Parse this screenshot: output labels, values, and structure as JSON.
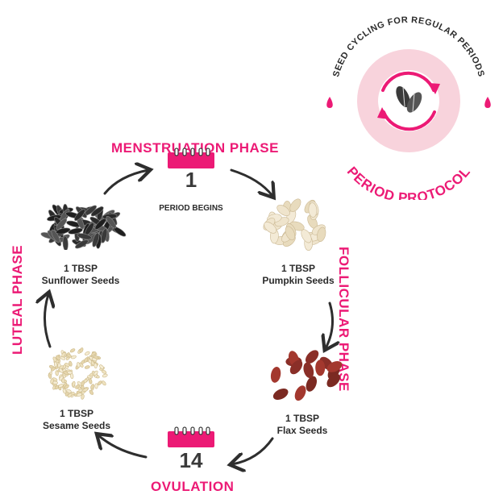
{
  "badge": {
    "arc_text": "SEED CYCLING FOR REGULAR PERIODS",
    "title": "PERIOD PROTOCOL",
    "icon": "seeds-cycle-icon",
    "colors": {
      "pink": "#ec1a75",
      "light_pink": "#f8d3dc",
      "white": "#ffffff"
    }
  },
  "phases": {
    "menstruation": "MENSTRUATION PHASE",
    "follicular": "FOLLICULAR PHASE",
    "ovulation": "OVULATION",
    "luteal": "LUTEAL PHASE"
  },
  "days": {
    "day1": {
      "number": "1",
      "note": "PERIOD BEGINS",
      "icon": "calendar-icon"
    },
    "day14": {
      "number": "14",
      "icon": "calendar-icon"
    }
  },
  "seeds": {
    "sunflower": {
      "amount": "1 TBSP",
      "name": "Sunflower Seeds",
      "icon": "sunflower-seeds-icon"
    },
    "pumpkin": {
      "amount": "1 TBSP",
      "name": "Pumpkin Seeds",
      "icon": "pumpkin-seeds-icon"
    },
    "flax": {
      "amount": "1 TBSP",
      "name": "Flax Seeds",
      "icon": "flax-seeds-icon"
    },
    "sesame": {
      "amount": "1 TBSP",
      "name": "Sesame Seeds",
      "icon": "sesame-seeds-icon"
    }
  },
  "colors": {
    "accent": "#ec1a75",
    "text": "#2b2b2b",
    "arrow": "#2e2e2e"
  }
}
